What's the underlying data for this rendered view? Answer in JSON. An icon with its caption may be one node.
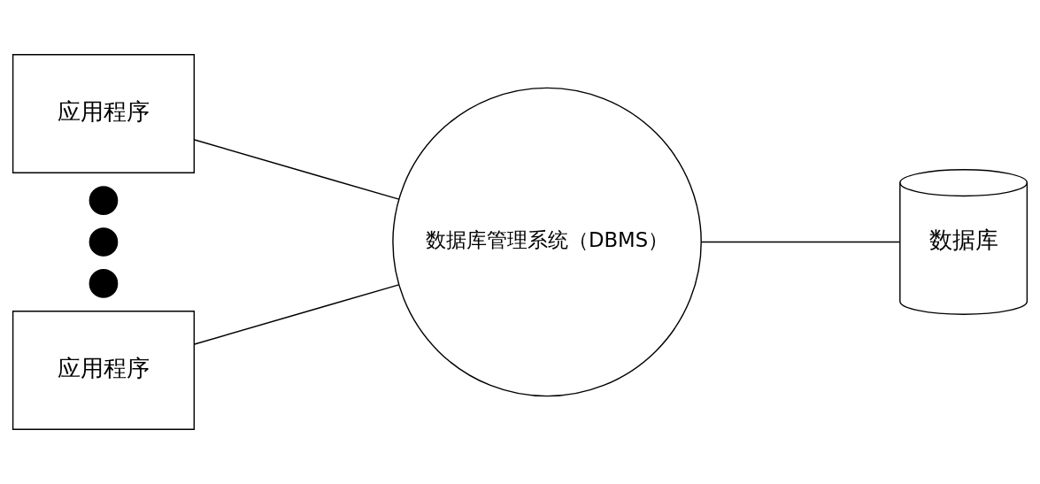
{
  "diagram": {
    "nodes": [
      {
        "text": [
          "应用程序"
        ]
      },
      {
        "text": [],
        "shape": "circle"
      },
      {
        "text": [],
        "shape": "circle"
      },
      {
        "text": [],
        "shape": "circle"
      },
      {
        "text": [
          "应用程序"
        ]
      },
      {
        "text": [
          "数据库管理系统（DBMS）"
        ]
      },
      {
        "text": [
          "数据库"
        ]
      }
    ],
    "edges": [
      {
        "from": 0,
        "to": 5,
        "arrow": "none"
      },
      {
        "from": 4,
        "to": 5,
        "arrow": "none"
      },
      {
        "from": 5,
        "to": 6,
        "arrow": "none"
      }
    ]
  }
}
